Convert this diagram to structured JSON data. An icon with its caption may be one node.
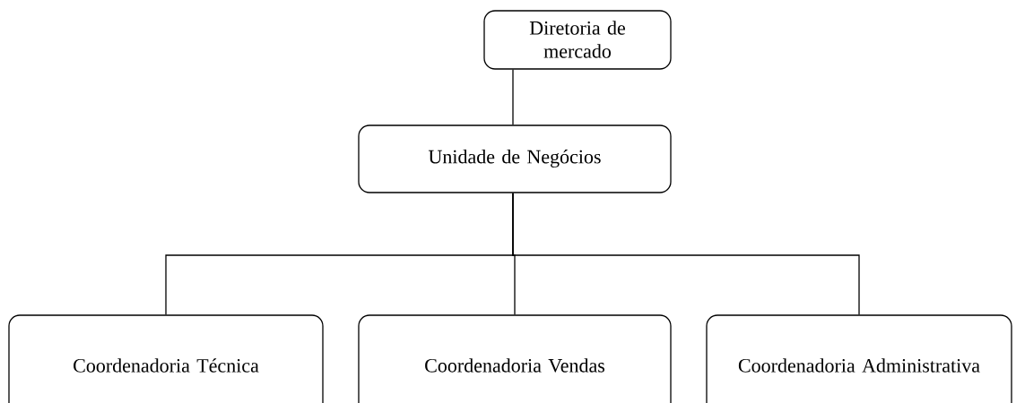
{
  "diagram": {
    "nodes": [
      {
        "text": [
          "Diretoria de mercado"
        ]
      },
      {
        "text": [
          "Unidade de Negócios"
        ]
      },
      {
        "text": [
          "Coordenadoria Técnica"
        ]
      },
      {
        "text": [
          "Coordenadoria Vendas"
        ]
      },
      {
        "text": [
          "Coordenadoria Administrativa"
        ]
      }
    ],
    "edges": [
      {
        "from": 0,
        "to": 1,
        "arrow": "none"
      },
      {
        "from": 1,
        "to": 2,
        "arrow": "none"
      },
      {
        "from": 1,
        "to": 3,
        "arrow": "none"
      },
      {
        "from": 1,
        "to": 4,
        "arrow": "none"
      }
    ]
  }
}
